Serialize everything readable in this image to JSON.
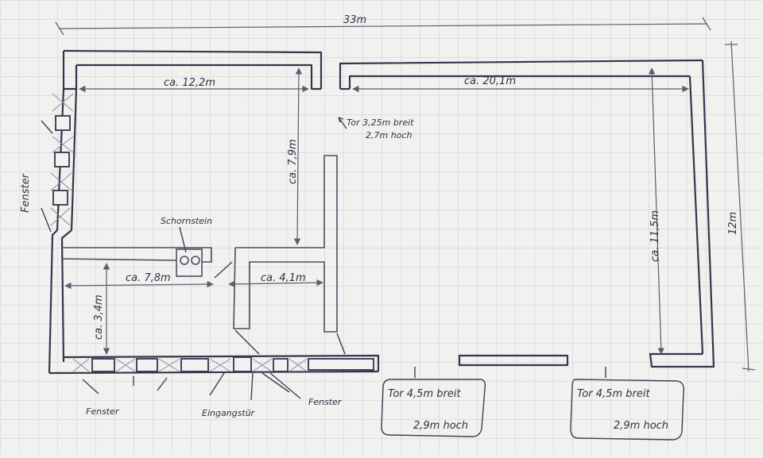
{
  "plan": {
    "dimensions": {
      "overall_width": "33m",
      "overall_depth": "12m",
      "left_room_width": "ca. 12,2m",
      "right_hall_width": "ca. 20,1m",
      "hall_depth": "ca. 11,5m",
      "partition_length": "ca. 7,9m",
      "lower_room_width": "ca. 7,8m",
      "lower_room_depth": "ca. 3,4m",
      "corridor_width": "ca. 4,1m"
    },
    "labels": {
      "fenster_left": "Fenster",
      "fenster_bottom": "Fenster",
      "fenster_right": "Fenster",
      "schornstein": "Schornstein",
      "eingangstuer": "Eingangstür"
    },
    "gates": {
      "top_gate": {
        "width": "Tor 3,25m breit",
        "height": "2,7m hoch"
      },
      "gate_1": {
        "width": "Tor 4,5m breit",
        "height": "2,9m hoch"
      },
      "gate_2": {
        "width": "Tor 4,5m breit",
        "height": "2,9m hoch"
      }
    },
    "colors": {
      "ink": "#33364d",
      "paper": "#f1f1ef",
      "grid": "#c9ccd2"
    }
  }
}
